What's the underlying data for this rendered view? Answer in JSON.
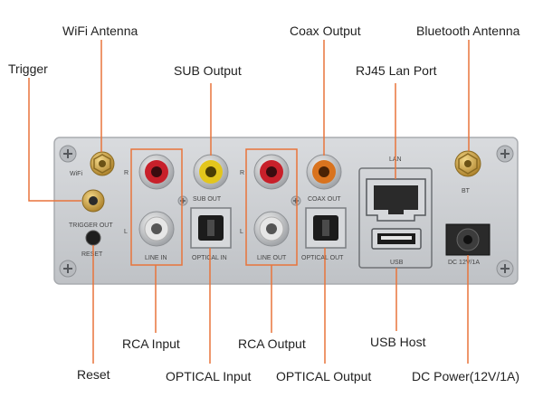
{
  "callouts": {
    "wifi_antenna": "WiFi Antenna",
    "trigger": "Trigger",
    "sub_output": "SUB Output",
    "coax_output": "Coax Output",
    "rj45_lan_port": "RJ45 Lan Port",
    "bluetooth_antenna": "Bluetooth Antenna",
    "rca_input": "RCA Input",
    "rca_output": "RCA Output",
    "usb_host": "USB Host",
    "reset": "Reset",
    "optical_input": "OPTICAL Input",
    "optical_output": "OPTICAL Output",
    "dc_power": "DC Power(12V/1A)"
  },
  "panel_labels": {
    "wifi": "WiFi",
    "trigger_out": "TRIGGER OUT",
    "reset": "RESET",
    "r1": "R",
    "l1": "L",
    "line_in": "LINE IN",
    "sub_out": "SUB OUT",
    "optical_in": "OPTICAL IN",
    "r2": "R",
    "l2": "L",
    "line_out": "LINE OUT",
    "coax_out": "COAX OUT",
    "optical_out": "OPTICAL OUT",
    "lan": "LAN",
    "usb": "USB",
    "bt": "BT",
    "dc": "DC 12V/1A"
  },
  "colors": {
    "leader": "#e8743b",
    "panel": "#cfd1d4",
    "gold": "#d4a548",
    "rca_red": "#c8202a",
    "rca_yellow": "#e3c61c",
    "rca_orange": "#d9731e",
    "rca_white": "#e6e6e6"
  }
}
